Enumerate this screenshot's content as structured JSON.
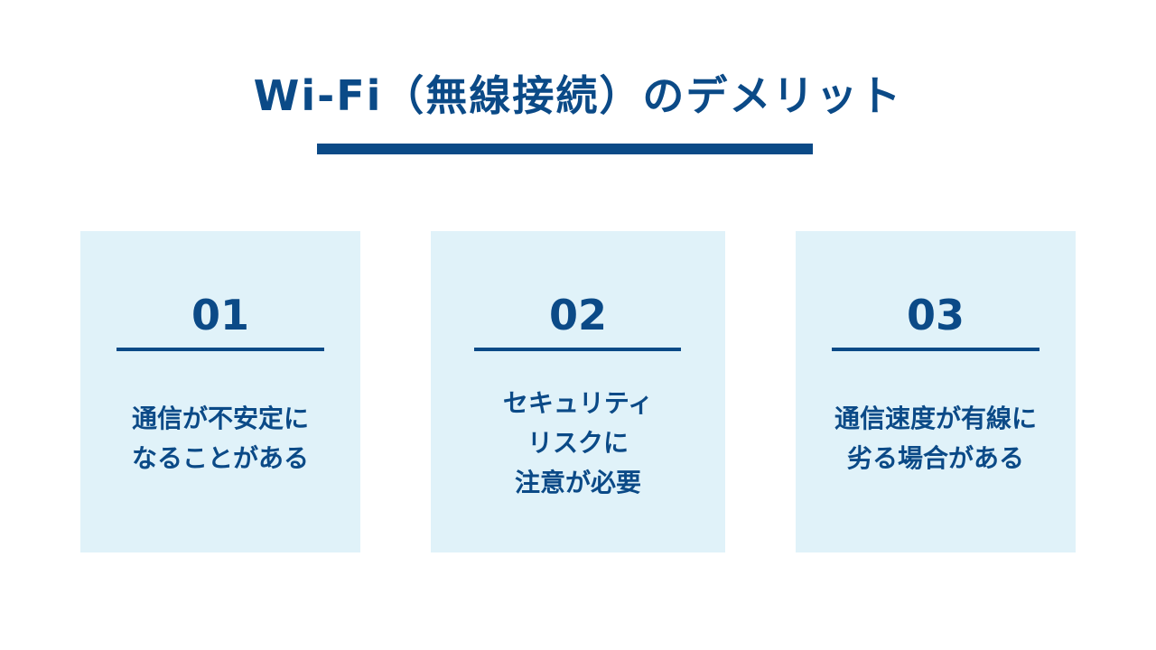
{
  "title": "Wi-Fi（無線接続）のデメリット",
  "colors": {
    "accent": "#0b4a87",
    "card_bg": "#e0f2f9"
  },
  "cards": [
    {
      "number": "01",
      "lines": [
        "通信が不安定に",
        "なることがある"
      ]
    },
    {
      "number": "02",
      "lines": [
        "セキュリティ",
        "リスクに",
        "注意が必要"
      ]
    },
    {
      "number": "03",
      "lines": [
        "通信速度が有線に",
        "劣る場合がある"
      ]
    }
  ]
}
